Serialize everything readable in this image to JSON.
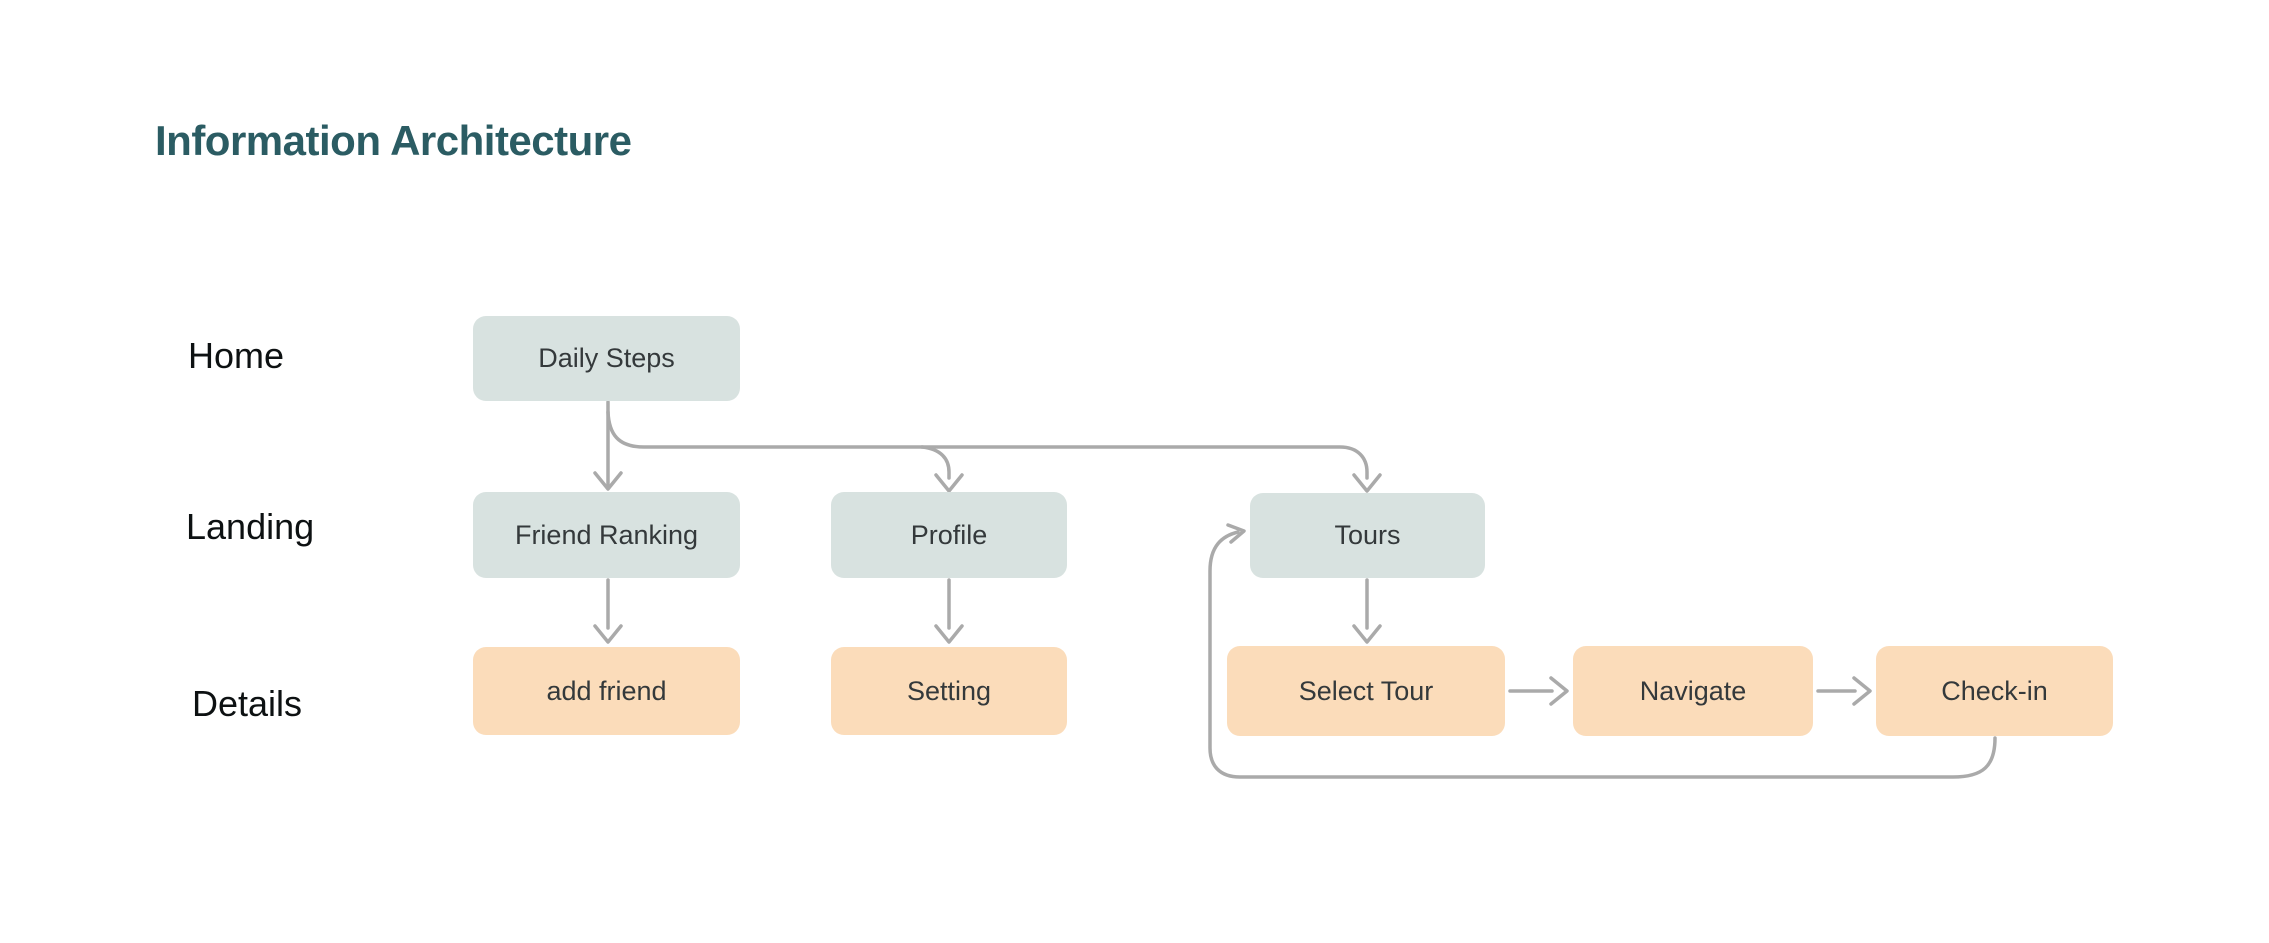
{
  "title": "Information Architecture",
  "row_labels": [
    "Home",
    "Landing",
    "Details"
  ],
  "nodes": {
    "daily_steps": {
      "label": "Daily Steps",
      "row": "Home",
      "variant": "teal"
    },
    "friend_ranking": {
      "label": "Friend Ranking",
      "row": "Landing",
      "variant": "teal"
    },
    "profile": {
      "label": "Profile",
      "row": "Landing",
      "variant": "teal"
    },
    "tours": {
      "label": "Tours",
      "row": "Landing",
      "variant": "teal"
    },
    "add_friend": {
      "label": "add friend",
      "row": "Details",
      "variant": "peach"
    },
    "setting": {
      "label": "Setting",
      "row": "Details",
      "variant": "peach"
    },
    "select_tour": {
      "label": "Select Tour",
      "row": "Details",
      "variant": "peach"
    },
    "navigate": {
      "label": "Navigate",
      "row": "Details",
      "variant": "peach"
    },
    "check_in": {
      "label": "Check-in",
      "row": "Details",
      "variant": "peach"
    }
  },
  "edges": [
    {
      "from": "Daily Steps",
      "to": "Friend Ranking"
    },
    {
      "from": "Daily Steps",
      "to": "Profile"
    },
    {
      "from": "Daily Steps",
      "to": "Tours"
    },
    {
      "from": "Friend Ranking",
      "to": "add friend"
    },
    {
      "from": "Profile",
      "to": "Setting"
    },
    {
      "from": "Tours",
      "to": "Select Tour"
    },
    {
      "from": "Select Tour",
      "to": "Navigate"
    },
    {
      "from": "Navigate",
      "to": "Check-in"
    },
    {
      "from": "Check-in",
      "to": "Tours"
    }
  ],
  "colors": {
    "background": "#FFFFFF",
    "title_text": "#2B5C63",
    "node_teal_fill": "#D8E2E0",
    "node_peach_fill": "#FBDCBA",
    "node_text": "#34393B",
    "row_label_text": "#0D1112",
    "arrow_stroke": "#AAAAAA"
  }
}
